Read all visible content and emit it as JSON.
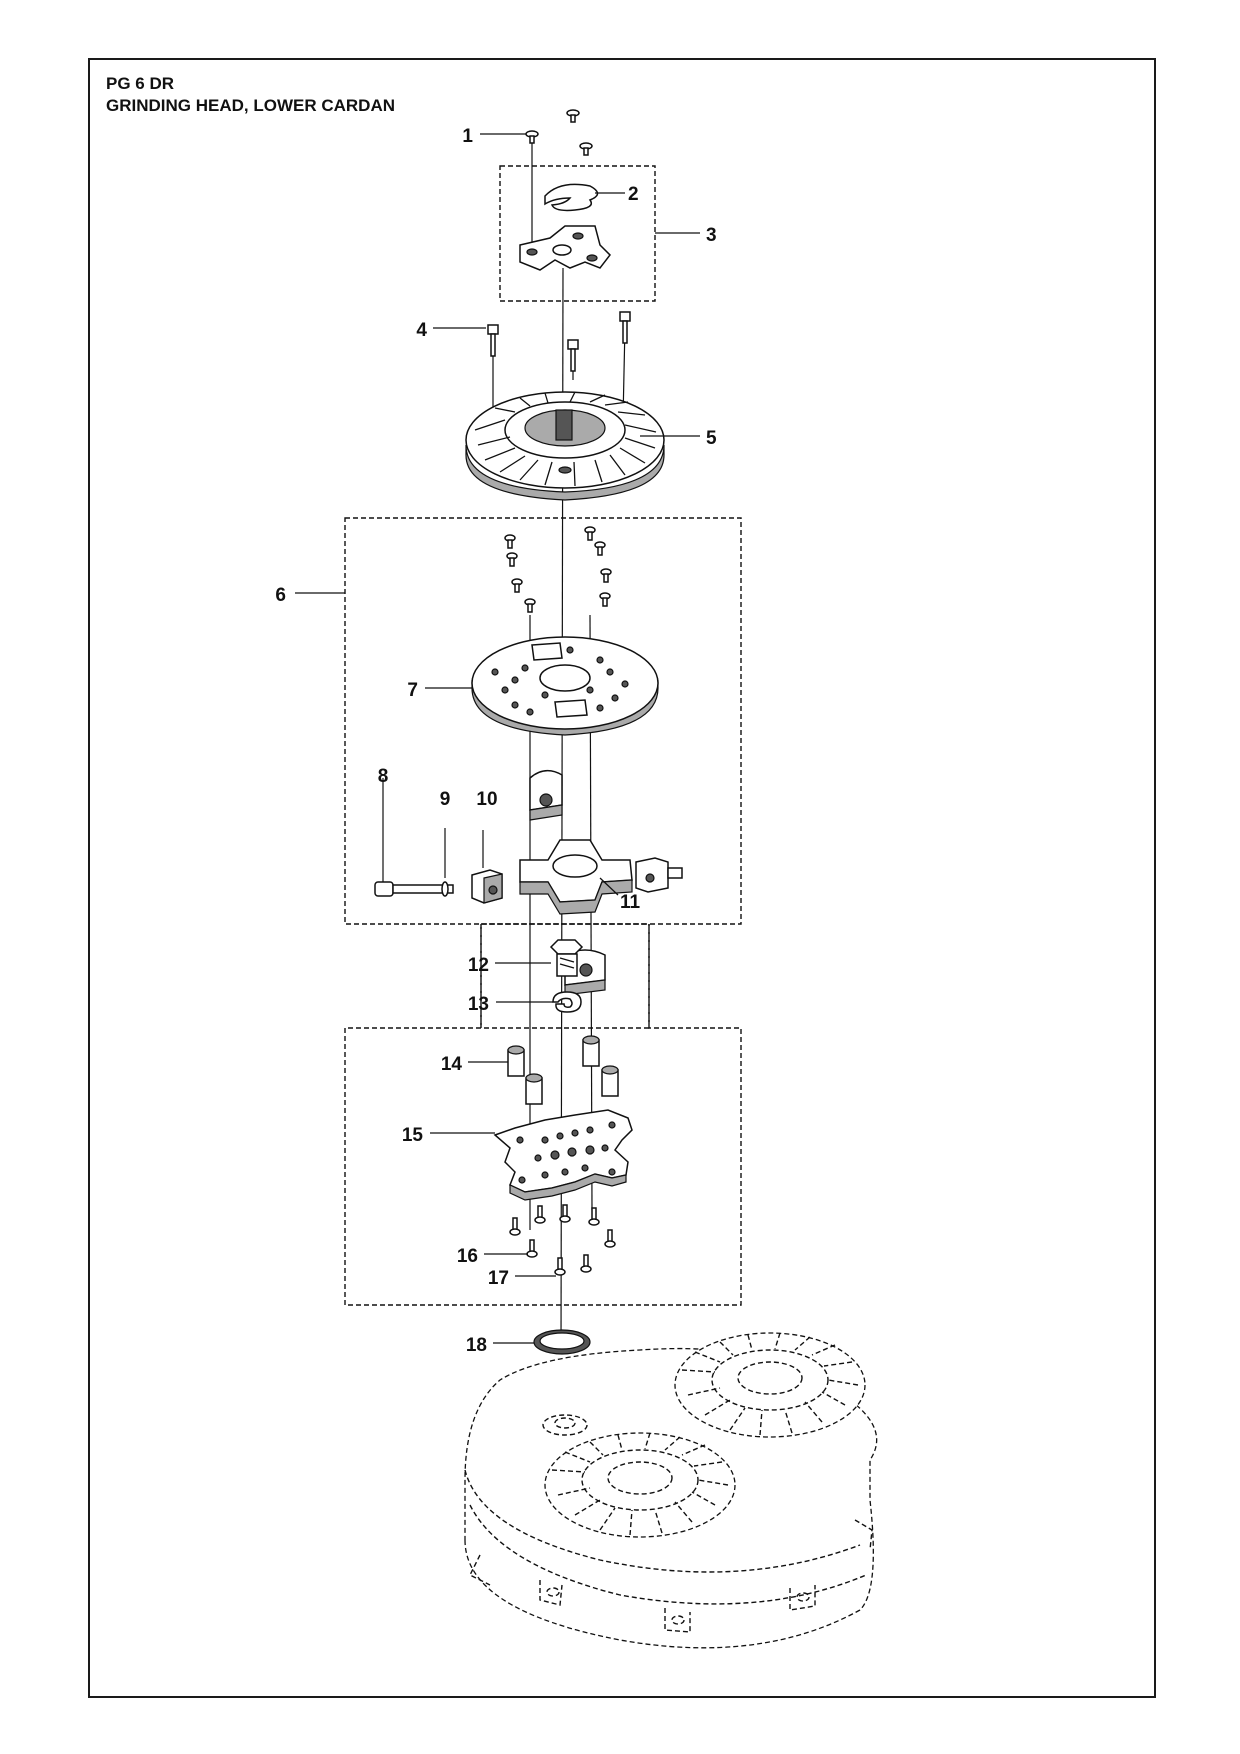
{
  "header": {
    "model": "PG 6 DR",
    "title": "GRINDING HEAD, LOWER CARDAN"
  },
  "callouts": [
    "1",
    "2",
    "3",
    "4",
    "5",
    "6",
    "7",
    "8",
    "9",
    "10",
    "11",
    "12",
    "13",
    "14",
    "15",
    "16",
    "17",
    "18"
  ]
}
